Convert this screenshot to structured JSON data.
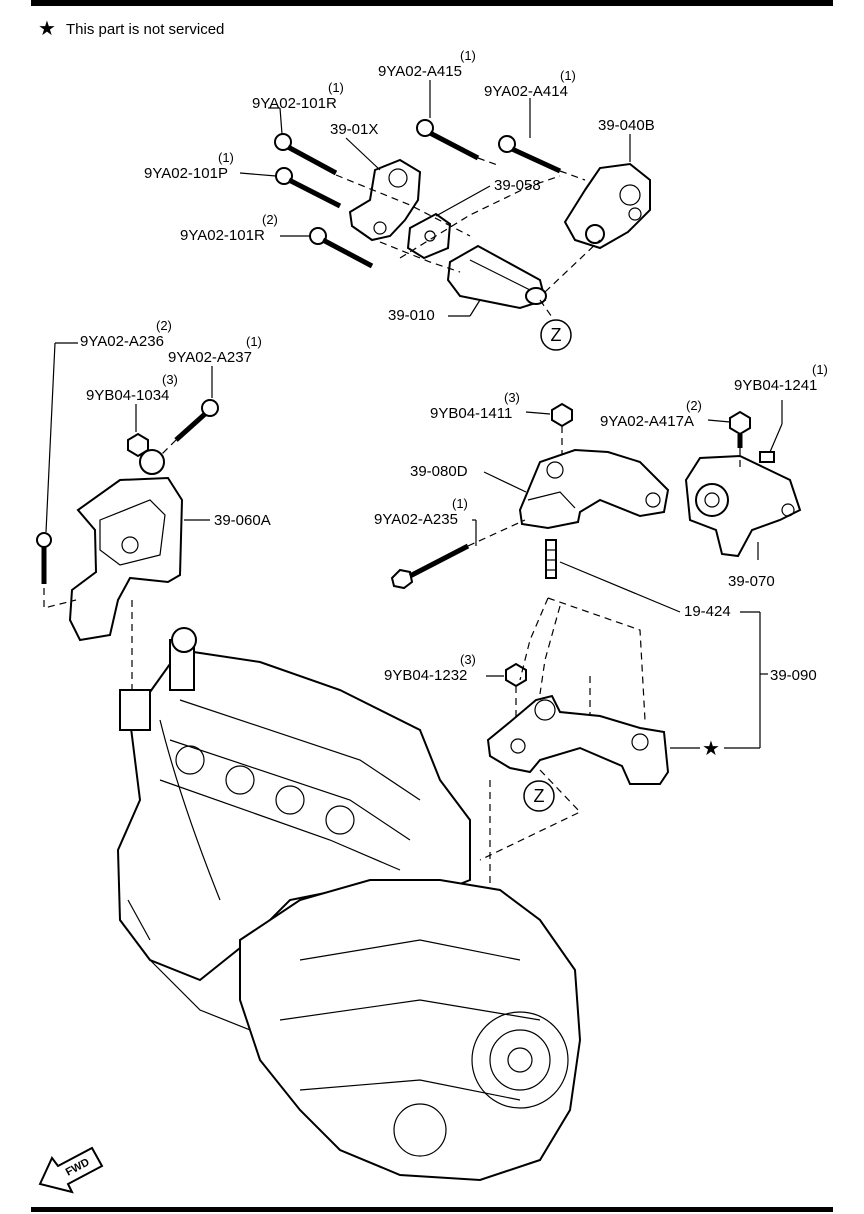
{
  "note": {
    "star": "★",
    "text": "This part is not serviced"
  },
  "callouts": {
    "p_9YA02_A415": {
      "part": "9YA02-A415",
      "qty": "(1)"
    },
    "p_9YA02_A414": {
      "part": "9YA02-A414",
      "qty": "(1)"
    },
    "p_9YA02_101R_top": {
      "part": "9YA02-101R",
      "qty": "(1)"
    },
    "p_39_01X": {
      "part": "39-01X"
    },
    "p_39_040B": {
      "part": "39-040B"
    },
    "p_9YA02_101P": {
      "part": "9YA02-101P",
      "qty": "(1)"
    },
    "p_39_058": {
      "part": "39-058"
    },
    "p_9YA02_101R_bot": {
      "part": "9YA02-101R",
      "qty": "(2)"
    },
    "p_39_010": {
      "part": "39-010"
    },
    "p_9YA02_A236": {
      "part": "9YA02-A236",
      "qty": "(2)"
    },
    "p_9YA02_A237": {
      "part": "9YA02-A237",
      "qty": "(1)"
    },
    "p_9YB04_1034": {
      "part": "9YB04-1034",
      "qty": "(3)"
    },
    "p_39_060A": {
      "part": "39-060A"
    },
    "p_9YB04_1411": {
      "part": "9YB04-1411",
      "qty": "(3)"
    },
    "p_9YA02_A417A": {
      "part": "9YA02-A417A",
      "qty": "(2)"
    },
    "p_9YB04_1241": {
      "part": "9YB04-1241",
      "qty": "(1)"
    },
    "p_39_080D": {
      "part": "39-080D"
    },
    "p_9YA02_A235": {
      "part": "9YA02-A235",
      "qty": "(1)"
    },
    "p_39_070": {
      "part": "39-070"
    },
    "p_19_424": {
      "part": "19-424"
    },
    "p_9YB04_1232": {
      "part": "9YB04-1232",
      "qty": "(3)"
    },
    "p_39_090": {
      "part": "39-090"
    }
  },
  "markers": {
    "z_top": "Z",
    "z_bottom": "Z",
    "crossmember_star": "★"
  },
  "fwd_arrow": {
    "label": "FWD"
  }
}
